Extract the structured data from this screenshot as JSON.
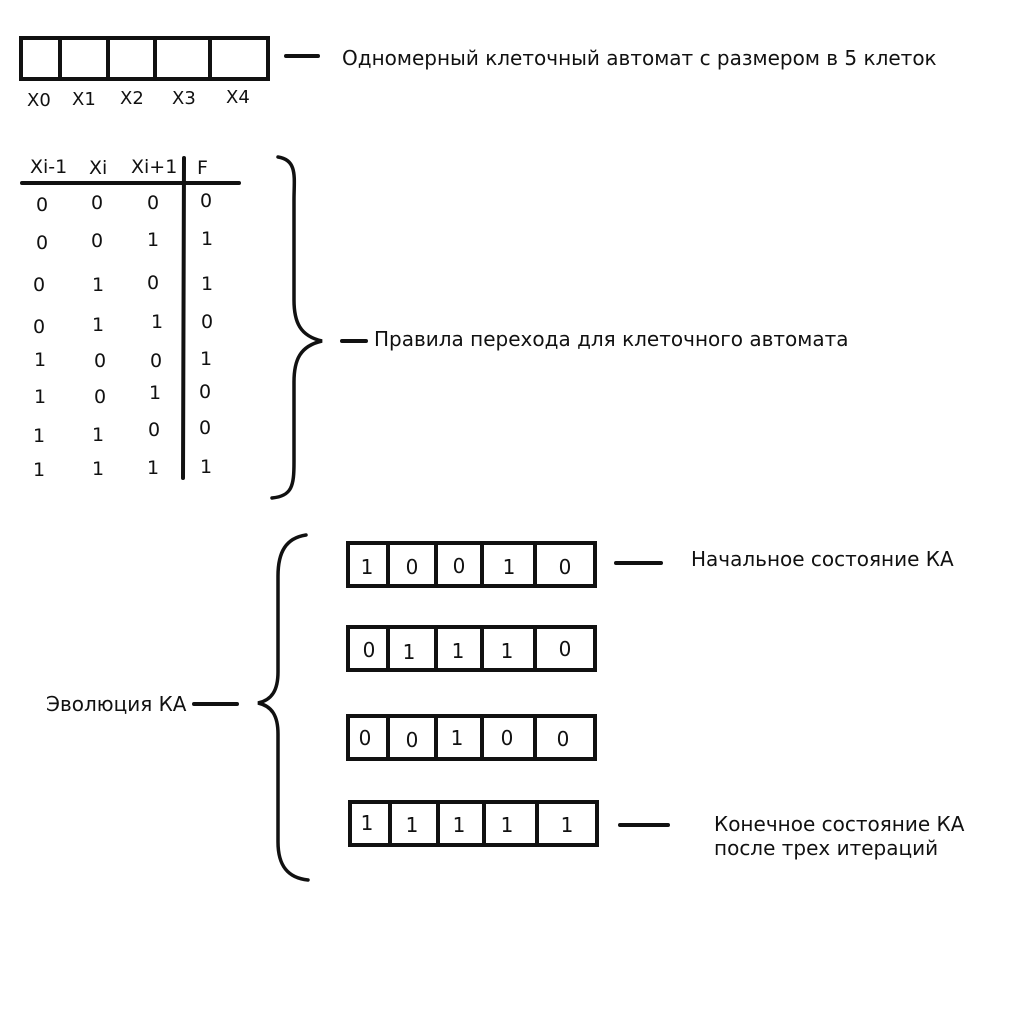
{
  "labels": {
    "automaton_caption": "Одномерный клеточный автомат с размером в 5 клеток",
    "rules_caption": "Правила перехода для клеточного автомата",
    "evolution_caption": "Эволюция КА",
    "initial_state_caption": "Начальное состояние КА",
    "final_state_caption_line1": "Конечное состояние КА",
    "final_state_caption_line2": "после трех итераций"
  },
  "cells": [
    "X0",
    "X1",
    "X2",
    "X3",
    "X4"
  ],
  "rules_table": {
    "headers": [
      "Xi-1",
      "Xi",
      "Xi+1",
      "F"
    ],
    "rows": [
      [
        "0",
        "0",
        "0",
        "0"
      ],
      [
        "0",
        "0",
        "1",
        "1"
      ],
      [
        "0",
        "1",
        "0",
        "1"
      ],
      [
        "0",
        "1",
        "1",
        "0"
      ],
      [
        "1",
        "0",
        "0",
        "1"
      ],
      [
        "1",
        "0",
        "1",
        "0"
      ],
      [
        "1",
        "1",
        "0",
        "0"
      ],
      [
        "1",
        "1",
        "1",
        "1"
      ]
    ]
  },
  "evolution": [
    [
      "1",
      "0",
      "0",
      "1",
      "0"
    ],
    [
      "0",
      "1",
      "1",
      "1",
      "0"
    ],
    [
      "0",
      "0",
      "1",
      "0",
      "0"
    ],
    [
      "1",
      "1",
      "1",
      "1",
      "1"
    ]
  ]
}
